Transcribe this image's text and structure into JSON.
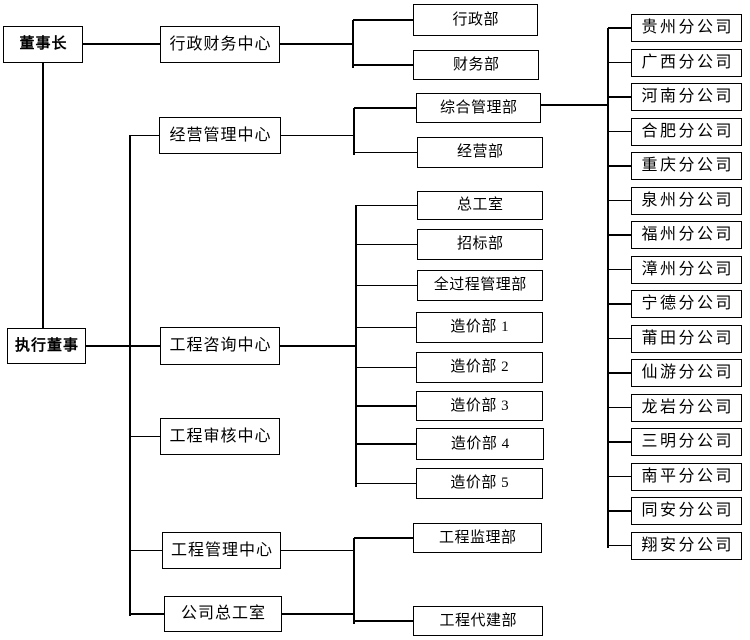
{
  "org_chart": {
    "line_color": "#000000",
    "background_color": "#ffffff",
    "executives": [
      {
        "id": "chairman",
        "label": "董事长",
        "parent": null
      },
      {
        "id": "executive-director",
        "label": "执行董事",
        "parent": "chairman"
      }
    ],
    "centers": [
      {
        "id": "admin-finance-center",
        "label": "行政财务中心",
        "parent": "chairman"
      },
      {
        "id": "business-management-center",
        "label": "经营管理中心",
        "parent": "executive-director"
      },
      {
        "id": "engineering-consulting-center",
        "label": "工程咨询中心",
        "parent": "executive-director"
      },
      {
        "id": "engineering-audit-center",
        "label": "工程审核中心",
        "parent": "executive-director"
      },
      {
        "id": "engineering-management-center",
        "label": "工程管理中心",
        "parent": "executive-director"
      },
      {
        "id": "company-chief-engineer-office",
        "label": "公司总工室",
        "parent": "executive-director"
      }
    ],
    "departments": [
      {
        "id": "administration-dept",
        "label": "行政部",
        "parent": "admin-finance-center"
      },
      {
        "id": "finance-dept",
        "label": "财务部",
        "parent": "admin-finance-center"
      },
      {
        "id": "general-management-dept",
        "label": "综合管理部",
        "parent": "business-management-center"
      },
      {
        "id": "business-dept",
        "label": "经营部",
        "parent": "business-management-center"
      },
      {
        "id": "chief-engineer-office",
        "label": "总工室",
        "parent": "engineering-consulting-center"
      },
      {
        "id": "bidding-dept",
        "label": "招标部",
        "parent": "engineering-consulting-center"
      },
      {
        "id": "whole-process-management-dept",
        "label": "全过程管理部",
        "parent": "engineering-consulting-center"
      },
      {
        "id": "cost-dept-1",
        "label": "造价部 1",
        "parent": "engineering-consulting-center"
      },
      {
        "id": "cost-dept-2",
        "label": "造价部 2",
        "parent": "engineering-consulting-center"
      },
      {
        "id": "cost-dept-3",
        "label": "造价部 3",
        "parent": "engineering-consulting-center"
      },
      {
        "id": "cost-dept-4",
        "label": "造价部 4",
        "parent": "engineering-consulting-center"
      },
      {
        "id": "cost-dept-5",
        "label": "造价部 5",
        "parent": "engineering-consulting-center"
      },
      {
        "id": "project-supervision-dept",
        "label": "工程监理部",
        "parent": "engineering-management-center"
      },
      {
        "id": "project-agent-construction-dept",
        "label": "工程代建部",
        "parent": "company-chief-engineer-office"
      }
    ],
    "branches": [
      {
        "id": "guizhou-branch",
        "label": "贵州分公司",
        "parent": "general-management-dept"
      },
      {
        "id": "guangxi-branch",
        "label": "广西分公司",
        "parent": "general-management-dept"
      },
      {
        "id": "henan-branch",
        "label": "河南分公司",
        "parent": "general-management-dept"
      },
      {
        "id": "hefei-branch",
        "label": "合肥分公司",
        "parent": "general-management-dept"
      },
      {
        "id": "chongqing-branch",
        "label": "重庆分公司",
        "parent": "general-management-dept"
      },
      {
        "id": "quanzhou-branch",
        "label": "泉州分公司",
        "parent": "general-management-dept"
      },
      {
        "id": "fuzhou-branch",
        "label": "福州分公司",
        "parent": "general-management-dept"
      },
      {
        "id": "zhangzhou-branch",
        "label": "漳州分公司",
        "parent": "general-management-dept"
      },
      {
        "id": "ningde-branch",
        "label": "宁德分公司",
        "parent": "general-management-dept"
      },
      {
        "id": "putian-branch",
        "label": "莆田分公司",
        "parent": "general-management-dept"
      },
      {
        "id": "xianyou-branch",
        "label": "仙游分公司",
        "parent": "general-management-dept"
      },
      {
        "id": "longyan-branch",
        "label": "龙岩分公司",
        "parent": "general-management-dept"
      },
      {
        "id": "sanming-branch",
        "label": "三明分公司",
        "parent": "general-management-dept"
      },
      {
        "id": "nanping-branch",
        "label": "南平分公司",
        "parent": "general-management-dept"
      },
      {
        "id": "tongan-branch",
        "label": "同安分公司",
        "parent": "general-management-dept"
      },
      {
        "id": "xiangan-branch",
        "label": "翔安分公司",
        "parent": "general-management-dept"
      }
    ]
  }
}
